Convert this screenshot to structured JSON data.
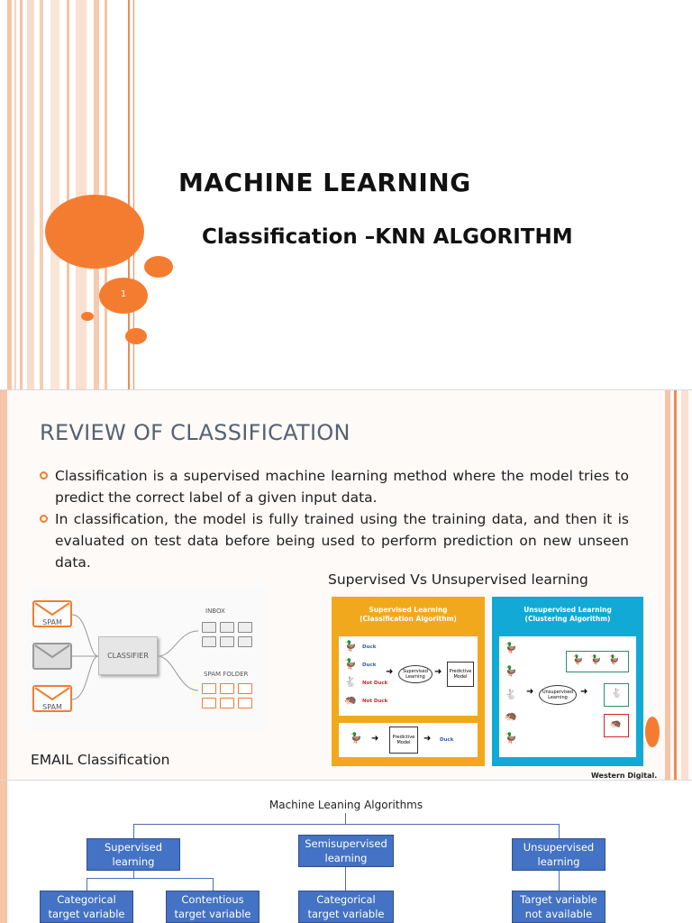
{
  "slide1": {
    "title": "MACHINE LEARNING",
    "subtitle": "Classification –KNN ALGORITHM",
    "page_number": "1"
  },
  "slide2": {
    "title": "REVIEW OF CLASSIFICATION",
    "bullets": [
      "Classification is a supervised machine learning method where the model tries to predict the correct label of a given input data.",
      "In classification, the model is fully trained using the training data, and then it is evaluated on test data before being used to perform prediction on new unseen data."
    ],
    "supervised_caption": "Supervised Vs Unsupervised learning",
    "email_caption": "EMAIL Classification",
    "email_diagram": {
      "spam_label_1": "SPAM",
      "spam_label_2": "SPAM",
      "classifier": "CLASSIFIER",
      "inbox": "INBOX",
      "spam_folder": "SPAM FOLDER"
    },
    "supervised_panel": {
      "title_line1": "Supervised Learning",
      "title_line2": "(Classification Algorithm)",
      "tag_duck_1": "Duck",
      "tag_duck_2": "Duck",
      "tag_not_duck_1": "Not Duck",
      "tag_not_duck_2": "Not Duck",
      "oval": "Supervised Learning",
      "model": "Predictive Model",
      "model_2": "Predictive Model",
      "result": "Duck"
    },
    "unsupervised_panel": {
      "title_line1": "Unsupervised Learning",
      "title_line2": "(Clustering Algorithm)",
      "oval": "Unsupervised Learning"
    },
    "brand": "Western Digital.",
    "colors": {
      "accent": "#f47c30",
      "supervised_bg": "#f2a81d",
      "unsupervised_bg": "#12a9d6",
      "tree_box": "#4472c4"
    }
  },
  "slide3": {
    "title": "Machine Leaning Algorithms",
    "level1": [
      "Supervised learning",
      "Semisupervised learning",
      "Unsupervised learning"
    ],
    "level2": [
      "Categorical target variable",
      "Contentious target variable",
      "Categorical target variable",
      "Target variable not available"
    ]
  }
}
